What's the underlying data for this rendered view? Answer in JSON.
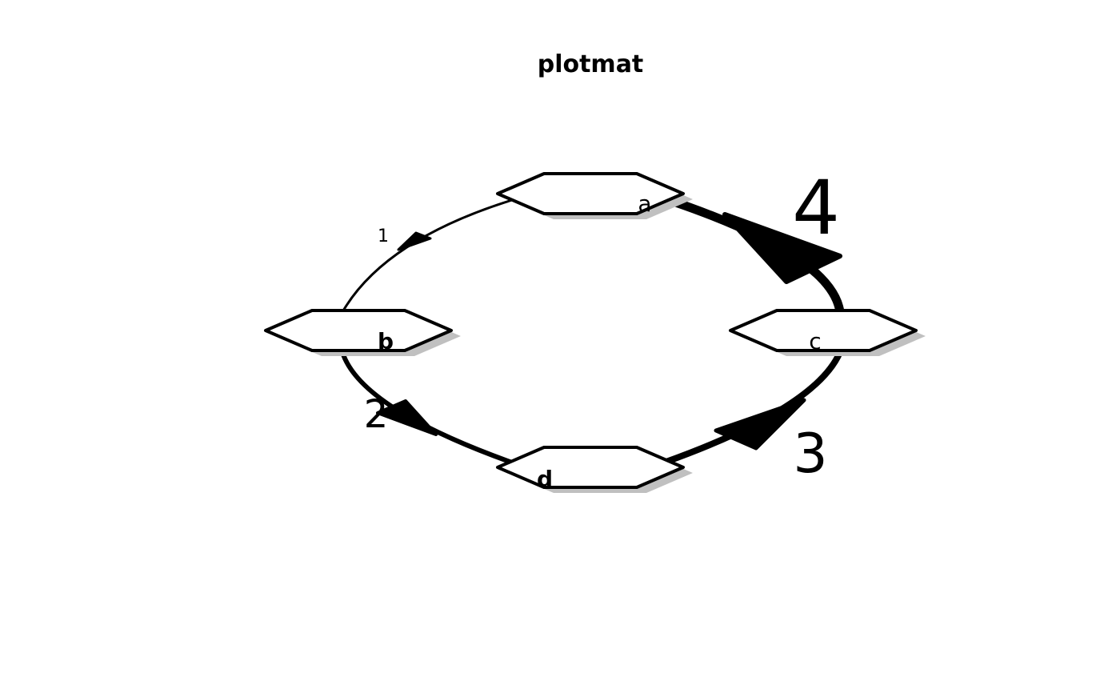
{
  "title": "plotmat",
  "colors": {
    "stroke": "#000000",
    "shadow": "#c0c0c0",
    "fill": "#ffffff"
  },
  "nodes": [
    {
      "id": "a",
      "label": "a",
      "bold": false
    },
    {
      "id": "b",
      "label": "b",
      "bold": true
    },
    {
      "id": "c",
      "label": "c",
      "bold": false
    },
    {
      "id": "d",
      "label": "d",
      "bold": true
    }
  ],
  "edges": [
    {
      "from": "a",
      "to": "b",
      "label": "1"
    },
    {
      "from": "b",
      "to": "d",
      "label": "2"
    },
    {
      "from": "d",
      "to": "c",
      "label": "3"
    },
    {
      "from": "c",
      "to": "a",
      "label": "4"
    }
  ]
}
